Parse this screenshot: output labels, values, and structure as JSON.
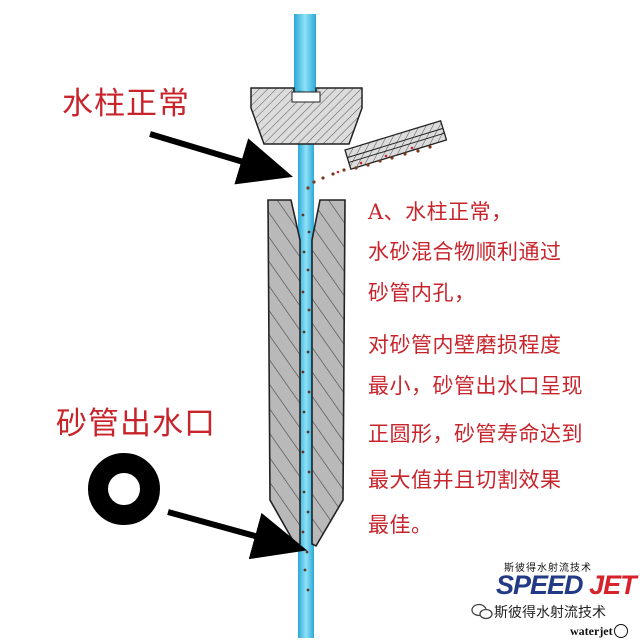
{
  "labels": {
    "normal_jet": "水柱正常",
    "outlet": "砂管出水口"
  },
  "description": [
    "A、水柱正常，",
    "水砂混合物顺利通过",
    "砂管内孔，",
    "对砂管内壁磨损程度",
    "最小，砂管出水口呈现",
    "正圆形，砂管寿命达到",
    "最大值并且切割效果",
    "最佳。"
  ],
  "brand": {
    "cn_name": "斯彼得水射流技术",
    "logo_speed": "SPEED",
    "logo_jet": "JET",
    "wechat_name": "斯彼得水射流技术",
    "handle": "waterjet"
  },
  "colors": {
    "text_red": "#c8242c",
    "water_blue": "#4fc3e8",
    "tube_gray": "#b8b8b8",
    "logo_blue": "#233a86",
    "logo_red": "#d6222a"
  },
  "icons": [
    "arrow-icon",
    "round-outlet-icon",
    "wechat-icon"
  ]
}
